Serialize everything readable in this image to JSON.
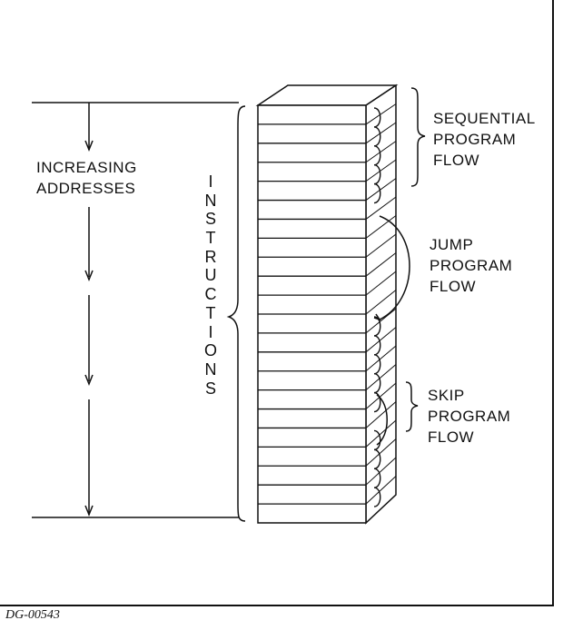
{
  "labels": {
    "increasing_addresses": [
      "INCREASING",
      "ADDRESSES"
    ],
    "instructions": "INSTRUCTIONS",
    "sequential": [
      "SEQUENTIAL",
      "PROGRAM",
      "FLOW"
    ],
    "jump": [
      "JUMP",
      "PROGRAM",
      "FLOW"
    ],
    "skip": [
      "SKIP",
      "PROGRAM",
      "FLOW"
    ]
  },
  "figure_id": "DG-00543",
  "memory_stack": {
    "slot_count": 22
  }
}
